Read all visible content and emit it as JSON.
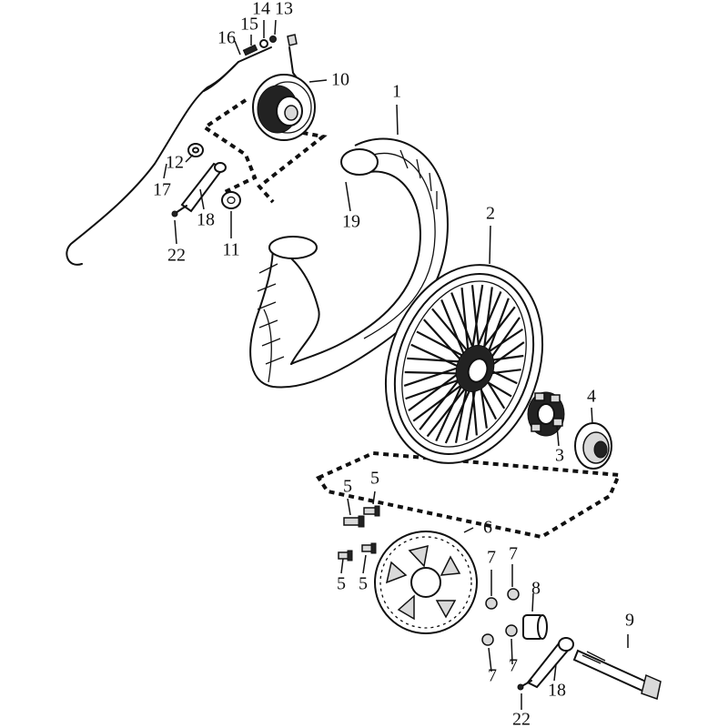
{
  "callouts": {
    "c1": "1",
    "c2": "2",
    "c3": "3",
    "c4": "4",
    "c5a": "5",
    "c5b": "5",
    "c5c": "5",
    "c5d": "5",
    "c6": "6",
    "c7a": "7",
    "c7b": "7",
    "c7c": "7",
    "c7d": "7",
    "c8": "8",
    "c9": "9",
    "c10": "10",
    "c11": "11",
    "c12": "12",
    "c13": "13",
    "c14": "14",
    "c15": "15",
    "c16": "16",
    "c17": "17",
    "c18a": "18",
    "c18b": "18",
    "c19": "19",
    "c22a": "22",
    "c22b": "22"
  },
  "parts": {
    "tire": "tire-icon",
    "rim": "spoked-rim-icon",
    "hub_damper": "hub-damper-icon",
    "sprocket_flange": "sprocket-flange-icon",
    "sprocket": "sprocket-icon",
    "brake_panel": "brake-panel-icon",
    "brake_cable": "brake-cable-icon",
    "axle": "axle-bolt-icon"
  }
}
